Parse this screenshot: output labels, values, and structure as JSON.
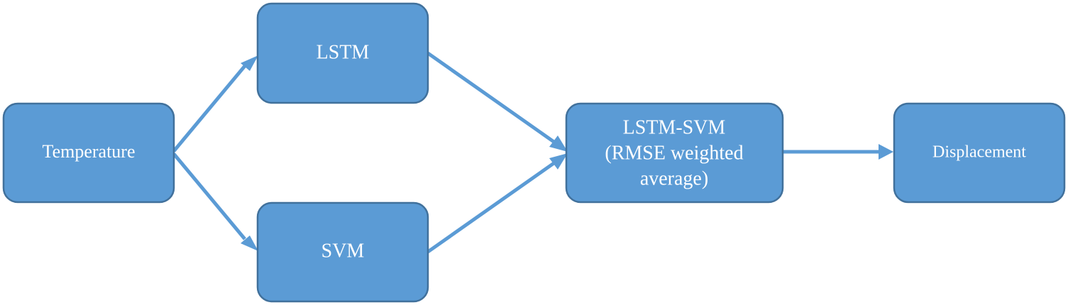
{
  "nodes": {
    "temperature": {
      "label": "Temperature"
    },
    "lstm": {
      "label": "LSTM"
    },
    "svm": {
      "label": "SVM"
    },
    "combined": {
      "lines": [
        "LSTM-SVM",
        "(RMSE weighted",
        "average)"
      ]
    },
    "displacement": {
      "label": "Displacement"
    }
  },
  "edges": [
    {
      "from": "temperature",
      "to": "lstm"
    },
    {
      "from": "temperature",
      "to": "svm"
    },
    {
      "from": "lstm",
      "to": "combined"
    },
    {
      "from": "svm",
      "to": "combined"
    },
    {
      "from": "combined",
      "to": "displacement"
    }
  ],
  "colors": {
    "box_fill": "#5b9bd5",
    "box_border": "#41719c",
    "arrow": "#5b9bd5",
    "text": "#ffffff"
  }
}
